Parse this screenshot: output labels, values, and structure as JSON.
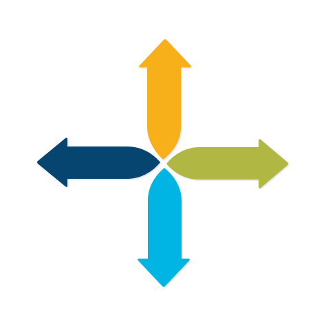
{
  "diagram": {
    "type": "four-directional-arrows",
    "background": "#ffffff",
    "arrows": [
      {
        "name": "arrow-up-icon",
        "direction": "up",
        "color": "#F7B01A"
      },
      {
        "name": "arrow-right-icon",
        "direction": "right",
        "color": "#B0B743"
      },
      {
        "name": "arrow-down-icon",
        "direction": "down",
        "color": "#00B4E4"
      },
      {
        "name": "arrow-left-icon",
        "direction": "left",
        "color": "#05456F"
      }
    ]
  }
}
